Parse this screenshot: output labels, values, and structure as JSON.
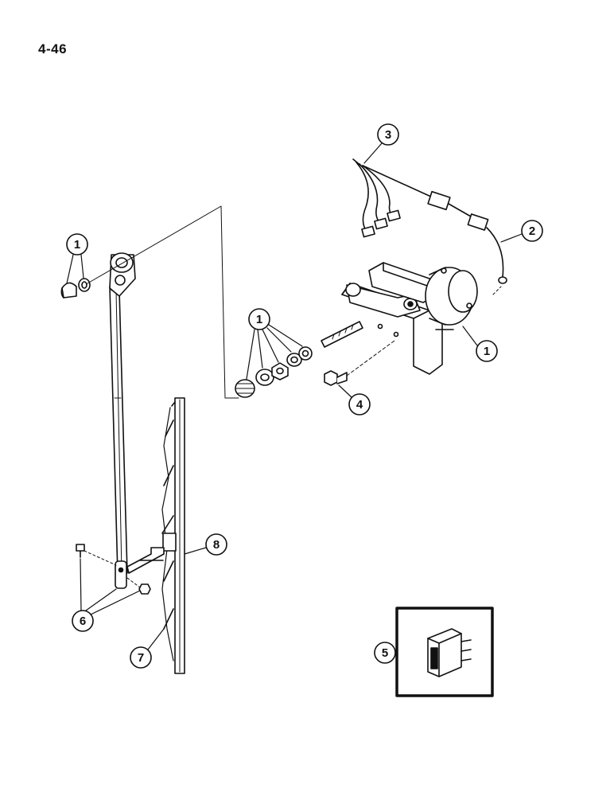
{
  "page_number": "4-46",
  "callouts": {
    "c1_nut_washer": "1",
    "c1_hardware": "1",
    "c1_motor": "1",
    "c2": "2",
    "c3": "3",
    "c4": "4",
    "c5": "5",
    "c6": "6",
    "c7": "7",
    "c8": "8"
  },
  "colors": {
    "ink": "#111111",
    "paper": "#ffffff"
  }
}
